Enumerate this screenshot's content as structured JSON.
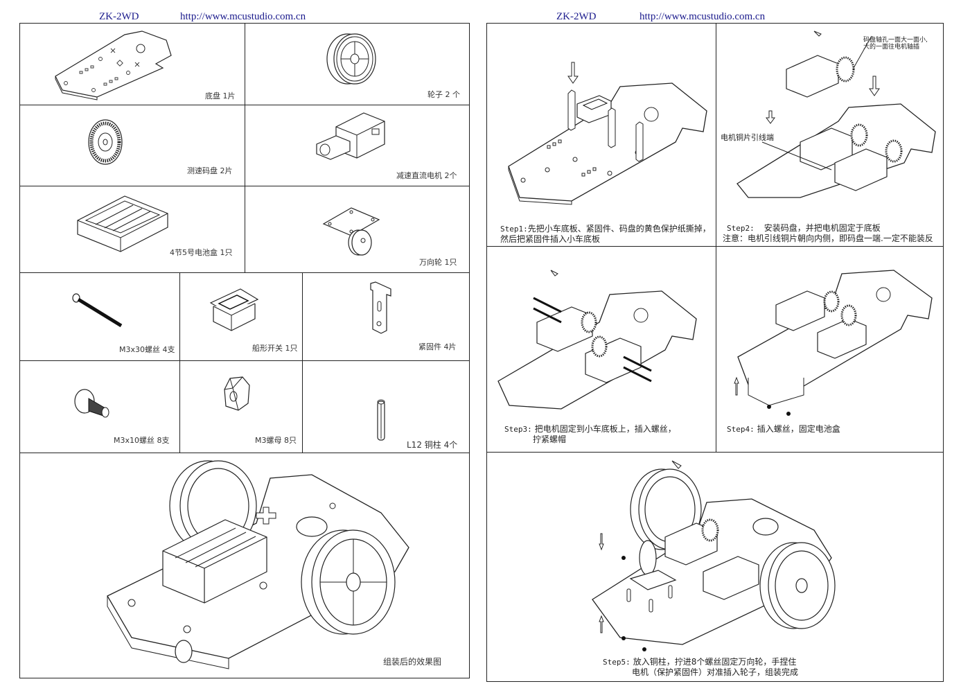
{
  "left_page": {
    "header": {
      "model": "ZK-2WD",
      "url": "http://www.mcustudio.com.cn"
    },
    "parts": [
      {
        "name": "底盘 1片",
        "icon": "chassis-plate-icon"
      },
      {
        "name": "轮子 2 个",
        "icon": "wheel-icon"
      },
      {
        "name": "测速码盘 2片",
        "icon": "encoder-disc-icon"
      },
      {
        "name": "减速直流电机 2个",
        "icon": "gear-motor-icon"
      },
      {
        "name": "4节5号电池盒 1只",
        "icon": "battery-box-icon"
      },
      {
        "name": "万向轮 1只",
        "icon": "caster-wheel-icon"
      },
      {
        "name": "M3x30螺丝 4支",
        "icon": "long-screw-icon"
      },
      {
        "name": "船形开关 1只",
        "icon": "rocker-switch-icon"
      },
      {
        "name": "紧固件 4片",
        "icon": "fastener-bracket-icon"
      },
      {
        "name": "M3x10螺丝 8支",
        "icon": "short-screw-icon"
      },
      {
        "name": "M3螺母 8只",
        "icon": "hex-nut-icon"
      },
      {
        "name": "L12 铜柱 4个",
        "icon": "copper-standoff-icon"
      }
    ],
    "assembled": {
      "caption": "组装后的效果图",
      "icon": "assembled-car-icon"
    }
  },
  "right_page": {
    "header": {
      "model": "ZK-2WD",
      "url": "http://www.mcustudio.com.cn"
    },
    "steps": [
      {
        "label": "Step1:",
        "lines": [
          "先把小车底板、紧固件、码盘的黄色保护纸撕掉，",
          "然后把紧固件插入小车底板"
        ]
      },
      {
        "label": "Step2:",
        "lines": [
          "安装码盘，并把电机固定于底板",
          "注意：电机引线铜片朝向内侧，即码盘一端.一定不能装反"
        ]
      },
      {
        "label": "Step3:",
        "lines": [
          "把电机固定到小车底板上，插入螺丝，",
          "拧紧螺帽"
        ]
      },
      {
        "label": "Step4:",
        "lines": [
          "插入螺丝，固定电池盒"
        ]
      },
      {
        "label": "Step5:",
        "lines": [
          "放入铜柱，拧进8个螺丝固定万向轮，手捏住",
          "电机（保护紧固件）对准插入轮子，组装完成"
        ]
      }
    ],
    "callouts": {
      "encoder_note": [
        "码盘轴孔一面大一面小,",
        "大的一面往电机轴插"
      ],
      "motor_lead": "电机铜片引线端"
    }
  },
  "colors": {
    "header_text": "#1a1a8c",
    "line": "#222222",
    "background": "#ffffff"
  }
}
